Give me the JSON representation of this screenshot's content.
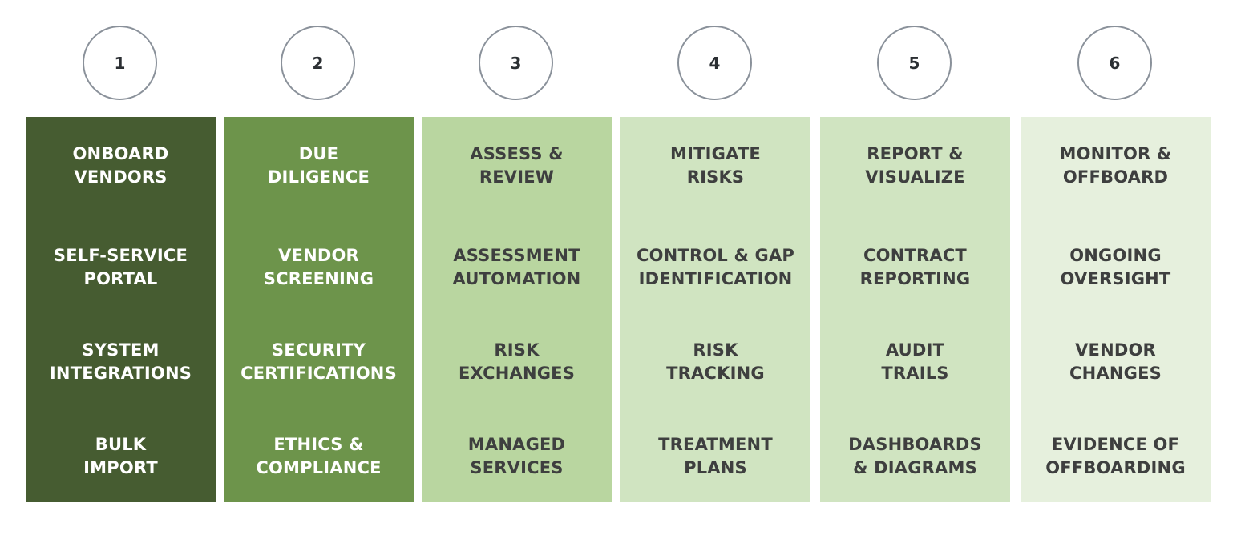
{
  "steps": [
    {
      "number": "1",
      "bg": "#465c31",
      "text_color": "#ffffff",
      "items": [
        [
          "ONBOARD",
          "VENDORS"
        ],
        [
          "SELF-SERVICE",
          "PORTAL"
        ],
        [
          "SYSTEM",
          "INTEGRATIONS"
        ],
        [
          "BULK",
          "IMPORT"
        ]
      ]
    },
    {
      "number": "2",
      "bg": "#6d944b",
      "text_color": "#ffffff",
      "items": [
        [
          "DUE",
          "DILIGENCE"
        ],
        [
          "VENDOR",
          "SCREENING"
        ],
        [
          "SECURITY",
          "CERTIFICATIONS"
        ],
        [
          "ETHICS &",
          "COMPLIANCE"
        ]
      ]
    },
    {
      "number": "3",
      "bg": "#b9d6a0",
      "text_color": "#3e3f3f",
      "items": [
        [
          "ASSESS &",
          "REVIEW"
        ],
        [
          "ASSESSMENT",
          "AUTOMATION"
        ],
        [
          "RISK",
          "EXCHANGES"
        ],
        [
          "MANAGED",
          "SERVICES"
        ]
      ]
    },
    {
      "number": "4",
      "bg": "#d0e4c1",
      "text_color": "#3e3f3f",
      "items": [
        [
          "MITIGATE",
          "RISKS"
        ],
        [
          "CONTROL & GAP",
          "IDENTIFICATION"
        ],
        [
          "RISK",
          "TRACKING"
        ],
        [
          "TREATMENT",
          "PLANS"
        ]
      ]
    },
    {
      "number": "5",
      "bg": "#d0e4c1",
      "text_color": "#3e3f3f",
      "items": [
        [
          "REPORT &",
          "VISUALIZE"
        ],
        [
          "CONTRACT",
          "REPORTING"
        ],
        [
          "AUDIT",
          "TRAILS"
        ],
        [
          "DASHBOARDS",
          "& DIAGRAMS"
        ]
      ]
    },
    {
      "number": "6",
      "bg": "#e6f0dd",
      "text_color": "#3e3f3f",
      "items": [
        [
          "MONITOR &",
          "OFFBOARD"
        ],
        [
          "ONGOING",
          "OVERSIGHT"
        ],
        [
          "VENDOR",
          "CHANGES"
        ],
        [
          "EVIDENCE OF",
          "OFFBOARDING"
        ]
      ]
    }
  ]
}
